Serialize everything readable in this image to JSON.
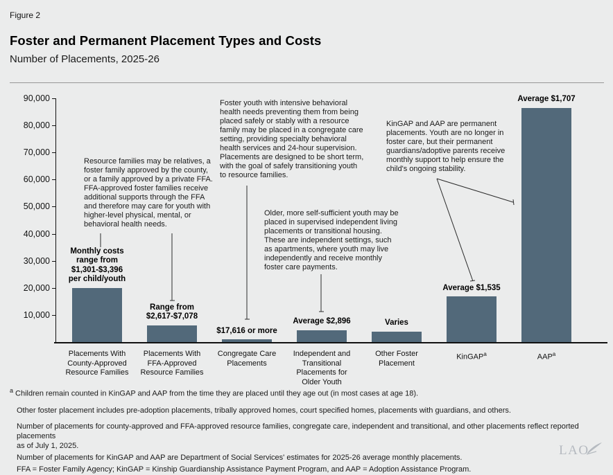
{
  "figure_label": "Figure 2",
  "title": "Foster and Permanent Placement Types and Costs",
  "subtitle": "Number of Placements, 2025-26",
  "colors": {
    "background": "#ebecec",
    "bar": "#52697a",
    "text": "#1a1a1a",
    "logo": "#b5bac0"
  },
  "chart_data": {
    "type": "bar",
    "title": "Foster and Permanent Placement Types and Costs",
    "subtitle": "Number of Placements, 2025-26",
    "xlabel": "",
    "ylabel": "",
    "ylim": [
      0,
      90000
    ],
    "ytick_interval": 10000,
    "ytick_labels": [
      "10,000",
      "20,000",
      "30,000",
      "40,000",
      "50,000",
      "60,000",
      "70,000",
      "80,000",
      "90,000"
    ],
    "grid": false,
    "legend": "none",
    "bar_color": "#52697a",
    "categories": [
      "Placements With County-Approved Resource Families",
      "Placements With FFA-Approved Resource Families",
      "Congregate Care Placements",
      "Independent and Transitional Placements for Older Youth",
      "Other Foster Placement",
      "KinGAP",
      "AAP"
    ],
    "values": [
      20000,
      6200,
      1000,
      4400,
      3900,
      16800,
      86500
    ],
    "bars": [
      {
        "label": "Placements With\nCounty-Approved\nResource Families",
        "footnote_marker": "",
        "cost_label": "Monthly costs\nrange from\n$1,301-$3,396\nper child/youth"
      },
      {
        "label": "Placements With\nFFA-Approved\nResource Families",
        "footnote_marker": "",
        "cost_label": "Range from\n$2,617-$7,078"
      },
      {
        "label": "Congregate Care\nPlacements",
        "footnote_marker": "",
        "cost_label": "$17,616 or more"
      },
      {
        "label": "Independent and\nTransitional\nPlacements for\nOlder Youth",
        "footnote_marker": "",
        "cost_label": "Average $2,896"
      },
      {
        "label": "Other Foster\nPlacement",
        "footnote_marker": "",
        "cost_label": "Varies"
      },
      {
        "label": "KinGAP",
        "footnote_marker": "a",
        "cost_label": "Average $1,535"
      },
      {
        "label": "AAP",
        "footnote_marker": "a",
        "cost_label": "Average $1,707"
      }
    ]
  },
  "annotations": {
    "resource_families": "Resource families may be relatives, a foster family approved by the county, or a family approved by a private FFA. FFA-approved foster families receive additional supports through the FFA and therefore may care for youth with higher-level physical, mental, or behavioral health needs.",
    "congregate_care": "Foster youth with intensive behavioral health needs preventing them from being placed safely or stably with a resource family may be placed in a congregate care setting, providing specialty behavioral health services and 24-hour supervision. Placements are designed to be short term, with the goal of safely transitioning youth to resource families.",
    "independent_living": "Older, more self-sufficient youth may be placed in supervised independent living placements or transitional housing. These are independent settings, such as apartments, where youth may live independently and receive monthly foster care payments.",
    "permanent_placements": "KinGAP and AAP are permanent placements. Youth are no longer in foster care, but their permanent guardians/adoptive parents receive monthly support to help ensure the child's ongoing stability."
  },
  "footnotes": {
    "items": [
      {
        "marker": "a",
        "text": "Children remain counted in KinGAP and AAP from the time they are placed until they age out (in most cases at age 18)."
      },
      {
        "marker": "",
        "text": "Other foster placement includes pre-adoption placements, tribally approved homes, court specified homes, placements with guardians, and others."
      },
      {
        "marker": "",
        "text": "Number of placements for county-approved and FFA-approved resource families, congregate care, independent and transitional, and other placements reflect reported placements\nas of July 1, 2025."
      },
      {
        "marker": "",
        "text": "Number of placements for KinGAP and AAP are Department of Social Services' estimates for 2025-26 average monthly placements."
      },
      {
        "marker": "",
        "text": "FFA = Foster Family Agency; KinGAP = Kinship Guardianship Assistance Payment Program, and AAP = Adoption Assistance Program."
      }
    ]
  },
  "logo_text": "LAO"
}
